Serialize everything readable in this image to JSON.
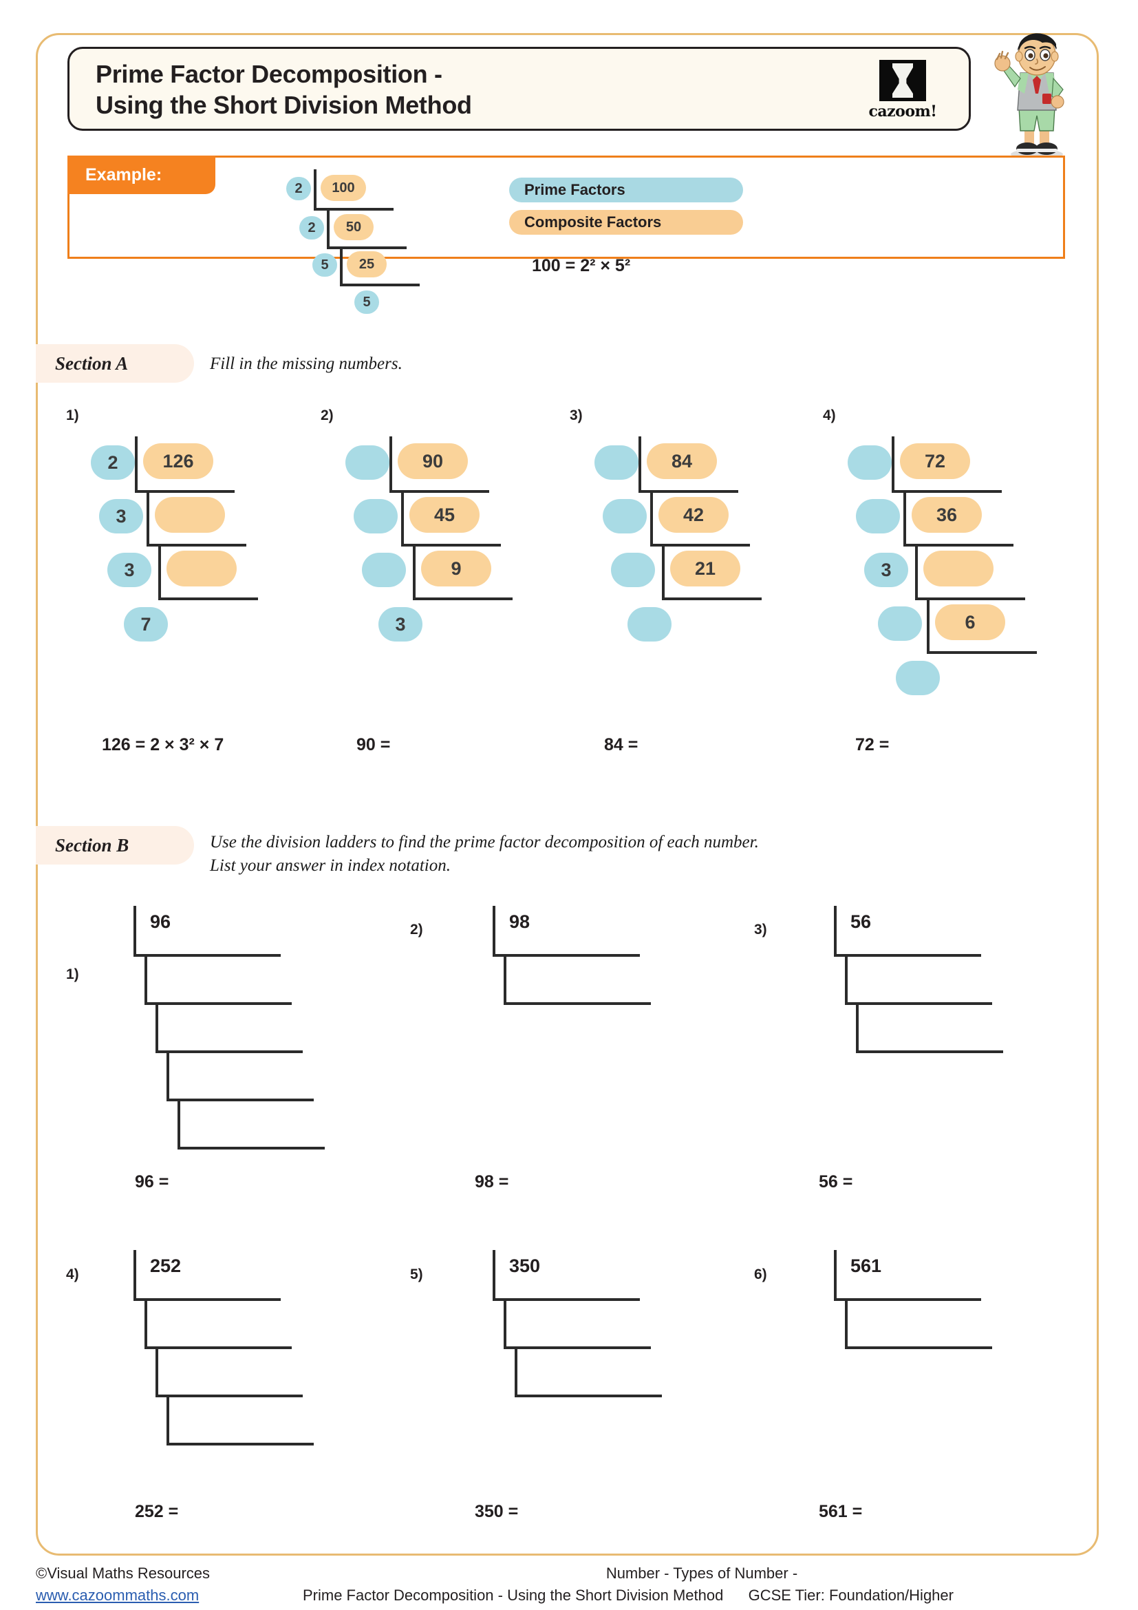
{
  "title": {
    "line1": "Prime Factor Decomposition -",
    "line2": "Using the Short Division Method"
  },
  "logo": {
    "word": "cazoom!",
    "icon": "cazoom-hourglass-icon"
  },
  "mascot": {
    "icon": "student-mascot-icon"
  },
  "example": {
    "tag": "Example:",
    "key_prime": "Prime Factors",
    "key_composite": "Composite Factors",
    "equation": "100  =  2²  ×  5²",
    "ladder": {
      "divisors": [
        "2",
        "2",
        "5"
      ],
      "quotients": [
        "100",
        "50",
        "25"
      ],
      "final": "5"
    }
  },
  "section_a": {
    "tag": "Section A",
    "description": "Fill in the missing numbers.",
    "questions": [
      {
        "number": "1)",
        "divisors": [
          "2",
          "3",
          "3"
        ],
        "quotients": [
          "126",
          "",
          ""
        ],
        "final": "7",
        "answer": "126 = 2 × 3² × 7"
      },
      {
        "number": "2)",
        "divisors": [
          "",
          "",
          ""
        ],
        "quotients": [
          "90",
          "45",
          "9"
        ],
        "final": "3",
        "answer": "90 ="
      },
      {
        "number": "3)",
        "divisors": [
          "",
          "",
          ""
        ],
        "quotients": [
          "84",
          "42",
          "21"
        ],
        "final": "",
        "answer": "84 ="
      },
      {
        "number": "4)",
        "divisors": [
          "",
          "",
          "3",
          ""
        ],
        "quotients": [
          "72",
          "36",
          "",
          "6"
        ],
        "final": "",
        "answer": "72 ="
      }
    ]
  },
  "section_b": {
    "tag": "Section B",
    "description_line1": "Use the division ladders to find the prime factor decomposition of each number.",
    "description_line2": "List your answer in index notation.",
    "questions": [
      {
        "number": "1)",
        "start": "96",
        "rungs": 5,
        "answer": "96 ="
      },
      {
        "number": "2)",
        "start": "98",
        "rungs": 2,
        "answer": "98 ="
      },
      {
        "number": "3)",
        "start": "56",
        "rungs": 3,
        "answer": "56 ="
      },
      {
        "number": "4)",
        "start": "252",
        "rungs": 4,
        "answer": "252 ="
      },
      {
        "number": "5)",
        "start": "350",
        "rungs": 3,
        "answer": "350 ="
      },
      {
        "number": "6)",
        "start": "561",
        "rungs": 2,
        "answer": "561 ="
      }
    ]
  },
  "footer": {
    "copyright": "©Visual Maths Resources",
    "website": "www.cazoommaths.com",
    "topic_line1": "Number - Types of Number -",
    "topic_line2": "Prime Factor Decomposition - Using the Short Division Method",
    "tier": "GCSE Tier: Foundation/Higher"
  },
  "colors": {
    "frame_border": "#e8bb72",
    "example_border": "#ef7f1a",
    "example_tag_bg": "#f58220",
    "prime_pill": "#a9dbe5",
    "composite_pill": "#fad39a",
    "section_tag_bg": "#fdf0e6",
    "title_bg": "#fdf9ef",
    "link": "#2a5db0"
  }
}
